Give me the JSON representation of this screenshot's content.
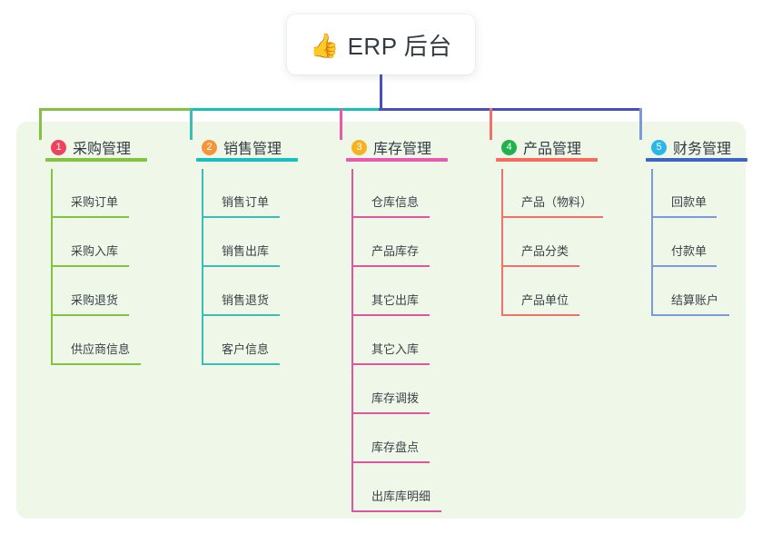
{
  "root": {
    "icon": "thumbs-up-icon",
    "emoji": "👍",
    "title": "ERP 后台"
  },
  "panel": {
    "background": "#eef7e8"
  },
  "trunk": {
    "color": "#4a4fbf"
  },
  "columns": [
    {
      "index": "1",
      "title": "采购管理",
      "badge_color": "#f0425f",
      "rule_color": "#82c341",
      "spine_color": "#82c341",
      "branch_color": "#82c341",
      "stub_color": "#82c341",
      "head_rule_width": 112,
      "items": [
        {
          "label": "采购订单",
          "rule_width": 86
        },
        {
          "label": "采购入库",
          "rule_width": 86
        },
        {
          "label": "采购退货",
          "rule_width": 86
        },
        {
          "label": "供应商信息",
          "rule_width": 99
        }
      ]
    },
    {
      "index": "2",
      "title": "销售管理",
      "badge_color": "#f5953a",
      "rule_color": "#18bfbf",
      "spine_color": "#3ebdb6",
      "branch_color": "#12c2b4",
      "stub_color": "#3ebdb6",
      "head_rule_width": 112,
      "items": [
        {
          "label": "销售订单",
          "rule_width": 86
        },
        {
          "label": "销售出库",
          "rule_width": 86
        },
        {
          "label": "销售退货",
          "rule_width": 86
        },
        {
          "label": "客户信息",
          "rule_width": 86
        }
      ]
    },
    {
      "index": "3",
      "title": "库存管理",
      "badge_color": "#f5b324",
      "rule_color": "#ea58b0",
      "spine_color": "#e0559f",
      "branch_color": "#4a4fbf",
      "stub_color": "#ea58a8",
      "head_rule_width": 112,
      "items": [
        {
          "label": "仓库信息",
          "rule_width": 86
        },
        {
          "label": "产品库存",
          "rule_width": 86
        },
        {
          "label": "其它出库",
          "rule_width": 86
        },
        {
          "label": "其它入库",
          "rule_width": 86
        },
        {
          "label": "库存调拨",
          "rule_width": 86
        },
        {
          "label": "库存盘点",
          "rule_width": 86
        },
        {
          "label": "出库库明细",
          "rule_width": 99
        }
      ]
    },
    {
      "index": "4",
      "title": "产品管理",
      "badge_color": "#22b14c",
      "rule_color": "#f76a5c",
      "spine_color": "#f0706a",
      "branch_color": "#4a4fbf",
      "stub_color": "#f0706a",
      "head_rule_width": 112,
      "items": [
        {
          "label": "产品（物料）",
          "rule_width": 112
        },
        {
          "label": "产品分类",
          "rule_width": 86
        },
        {
          "label": "产品单位",
          "rule_width": 86
        }
      ]
    },
    {
      "index": "5",
      "title": "财务管理",
      "badge_color": "#29b6e8",
      "rule_color": "#3b64c4",
      "spine_color": "#7c9ada",
      "branch_color": "#4a4fbf",
      "stub_color": "#7c9ada",
      "head_rule_width": 112,
      "items": [
        {
          "label": "回款单",
          "rule_width": 72
        },
        {
          "label": "付款单",
          "rule_width": 72
        },
        {
          "label": "结算账户",
          "rule_width": 86
        }
      ]
    }
  ]
}
